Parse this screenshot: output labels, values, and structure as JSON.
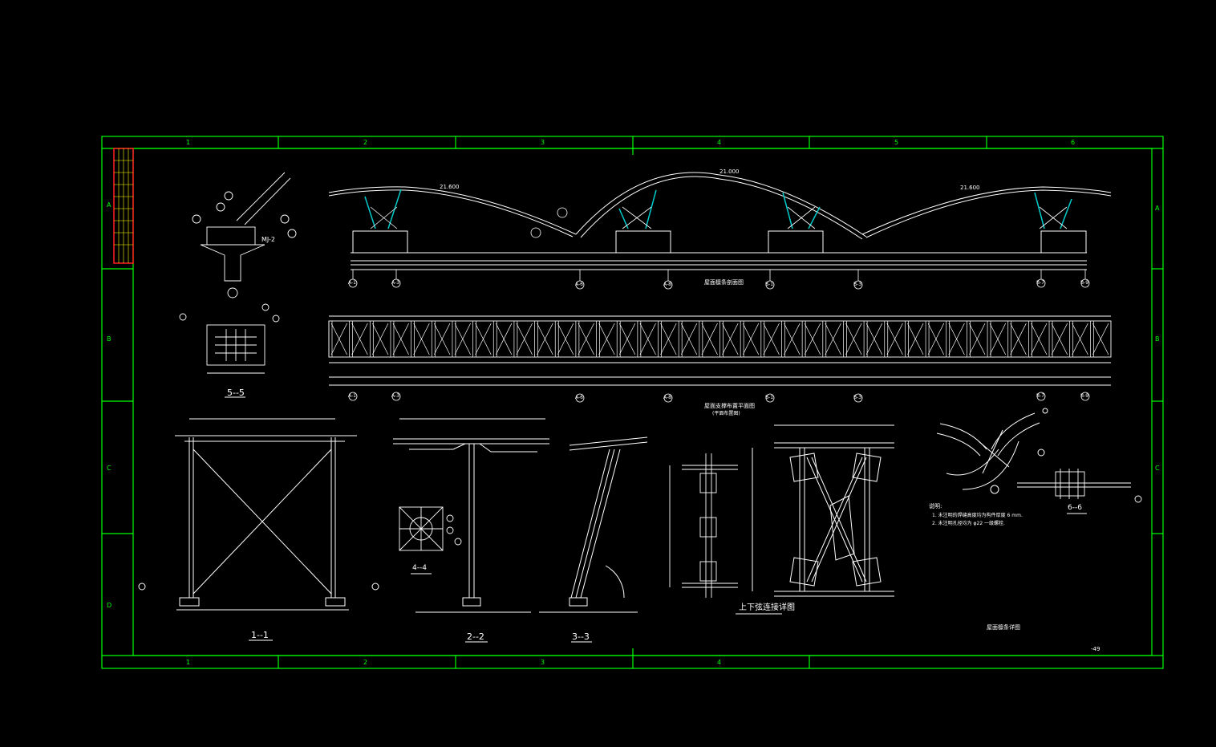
{
  "frame": {
    "columns_top": [
      "1",
      "2",
      "3",
      "4",
      "5",
      "6"
    ],
    "columns_bottom": [
      "1",
      "2",
      "3",
      "4"
    ],
    "rows": [
      "A",
      "B",
      "C",
      "D"
    ]
  },
  "elevation": {
    "title": "屋面檩条剖面图",
    "top_level": "21.000",
    "side_level_left": "21.600",
    "side_level_right": "21.600",
    "axes": [
      "A-1",
      "A-3",
      "A-6",
      "A-8",
      "B-1",
      "B-3",
      "B-7",
      "B-9"
    ]
  },
  "plan": {
    "title": "屋面支撑布置平面图",
    "subtitle": "(平面布置图)",
    "axes": [
      "A-1",
      "A-3",
      "A-6",
      "A-8",
      "B-1",
      "B-3",
      "B-7",
      "B-9"
    ]
  },
  "sections": {
    "s55": "5--5",
    "s44": "4--4",
    "s11": "1--1",
    "s22": "2--2",
    "s33": "3--3",
    "s66": "6--6",
    "mj": "MJ-2",
    "connection": "上下弦连接详图",
    "detail_title": "屋面檩条详图"
  },
  "notes": {
    "heading": "说明:",
    "n1": "1. 未注明的焊缝高度均为构件厚度 6 mm.",
    "n2": "2. 未注明孔径均为 φ22 一级螺栓."
  },
  "sheet_no": "-49"
}
